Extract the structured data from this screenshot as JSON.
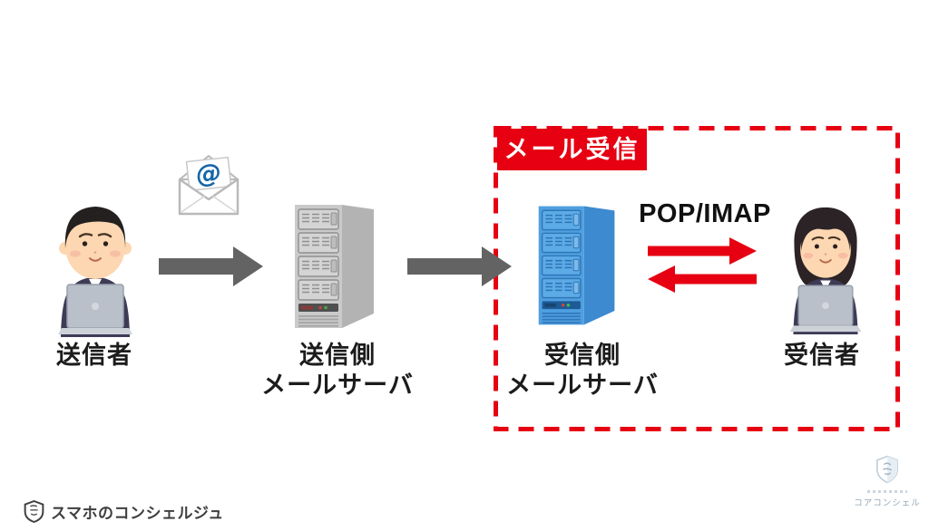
{
  "diagram": {
    "title_zone": {
      "title": "メール受信"
    },
    "sender": {
      "name": "送信者"
    },
    "envelope": {
      "symbol": "@"
    },
    "sending_server": {
      "line1": "送信側",
      "line2": "メールサーバ"
    },
    "receiving_server": {
      "line1": "受信側",
      "line2": "メールサーバ"
    },
    "protocol": {
      "label": "POP/IMAP"
    },
    "receiver": {
      "name": "受信者"
    }
  },
  "branding": {
    "bottom_left_text": "スマホのコンシェルジュ",
    "bottom_right_text": "コアコンシェル"
  },
  "colors": {
    "accent_red": "#e60012",
    "arrow_gray": "#636363",
    "server_gray_face": "#c9cac9",
    "server_blue_face": "#4f9fe0",
    "label_text": "#1c1c1c",
    "envelope_at_blue": "#1565a8"
  }
}
